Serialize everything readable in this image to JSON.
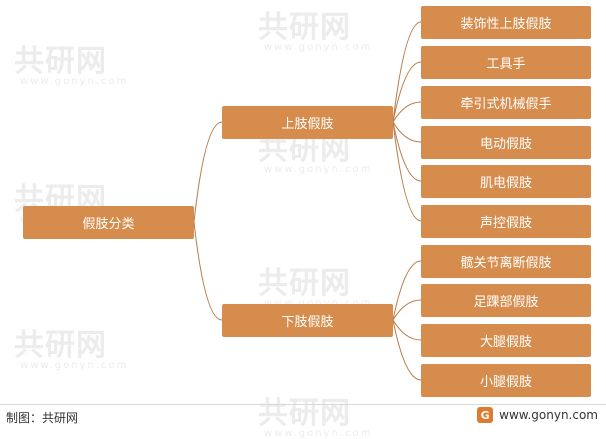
{
  "watermark": {
    "text": "共研网",
    "sub": "www.gonyn.com"
  },
  "root": {
    "label": "假肢分类"
  },
  "branches": [
    {
      "label": "上肢假肢",
      "children": [
        "装饰性上肢假肢",
        "工具手",
        "牵引式机械假手",
        "电动假肢",
        "肌电假肢",
        "声控假肢"
      ]
    },
    {
      "label": "下肢假肢",
      "children": [
        "髋关节离断假肢",
        "足踝部假肢",
        "大腿假肢",
        "小腿假肢"
      ]
    }
  ],
  "colors": {
    "node": "#d68c4d",
    "line": "#b87a45"
  },
  "footer": {
    "credit": "制图：共研网",
    "website": "www.gonyn.com",
    "logo_icon": "gonyn-logo-icon"
  }
}
